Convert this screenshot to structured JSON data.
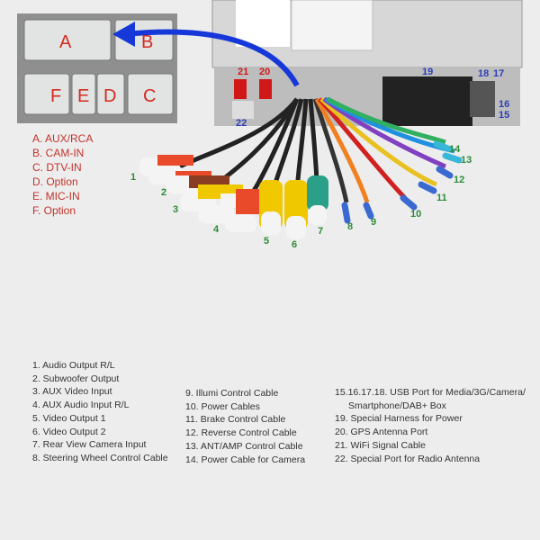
{
  "connector_letters": [
    "A",
    "B",
    "C",
    "D",
    "E",
    "F"
  ],
  "connector_legend": [
    "A. AUX/RCA",
    "B. CAM-IN",
    "C. DTV-IN",
    "D. Option",
    "E. MIC-IN",
    "F. Option"
  ],
  "callouts": [
    "1",
    "2",
    "3",
    "4",
    "5",
    "6",
    "7",
    "8",
    "9",
    "10",
    "11",
    "12",
    "13",
    "14",
    "15",
    "16",
    "17",
    "18",
    "19",
    "20",
    "21",
    "22"
  ],
  "descriptions": {
    "col1": [
      "1. Audio Output R/L",
      "2. Subwoofer Output",
      "3. AUX Video Input",
      "4. AUX Audio Input R/L",
      "5. Video Output 1",
      "6. Video Output 2",
      "7. Rear View Camera Input",
      "8. Steering Wheel Control Cable"
    ],
    "col2": [
      "9. Illumi Control Cable",
      "10. Power Cables",
      "11. Brake Control Cable",
      "12. Reverse Control Cable",
      "13. ANT/AMP Control Cable",
      "14. Power Cable for Camera"
    ],
    "col3": [
      "15.16.17.18. USB Port for Media/3G/Camera/",
      "Smartphone/DAB+ Box",
      "19. Special Harness for Power",
      "20. GPS Antenna Port",
      "21. WiFi Signal Cable",
      "22. Special Port for Radio Antenna"
    ]
  },
  "colors": {
    "legend_red": "#c0342a",
    "callout_green": "#2e8b3a",
    "callout_blue": "#2a3fb8",
    "arrow_blue": "#1638d8"
  }
}
